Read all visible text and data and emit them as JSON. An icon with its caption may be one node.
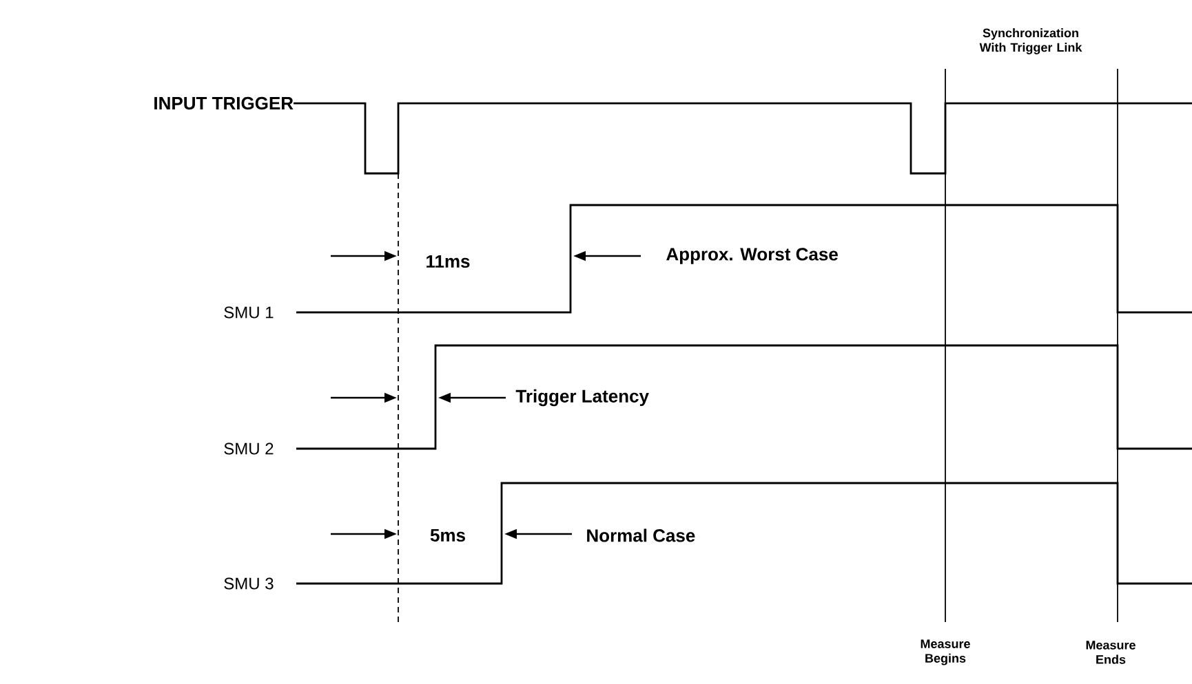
{
  "diagram": {
    "labels": [
      "Synchronization With Trigger Link",
      "INPUT TRIGGER",
      "11ms",
      "Approx. Worst Case",
      "SMU 1",
      "Trigger Latency",
      "SMU 2",
      "5ms",
      "Normal Case",
      "SMU 3",
      "Measure Begins",
      "Measure Ends"
    ]
  }
}
